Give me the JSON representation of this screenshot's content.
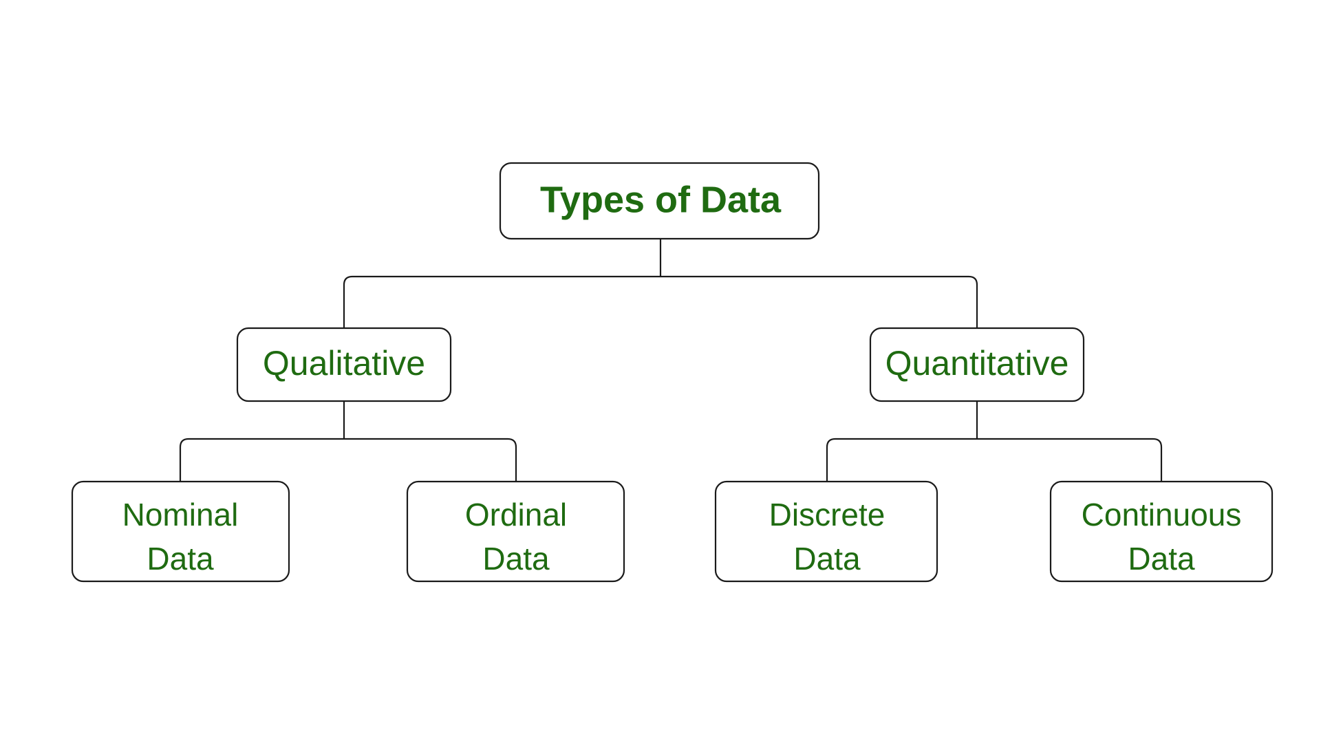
{
  "diagram": {
    "title": "Types of Data",
    "type": "hierarchy-tree",
    "colors": {
      "background": "#ffffff",
      "node_fill": "#ffffff",
      "node_border": "#1a1a1a",
      "label_text": "#1f6b11",
      "connector": "#1a1a1a"
    },
    "root": {
      "label": "Types of Data",
      "weight": "bold"
    },
    "level2": [
      {
        "label": "Qualitative",
        "weight": "normal"
      },
      {
        "label": "Quantitative",
        "weight": "normal"
      }
    ],
    "leaves": [
      {
        "line1": "Nominal",
        "line2": "Data",
        "parent": "Qualitative"
      },
      {
        "line1": "Ordinal",
        "line2": "Data",
        "parent": "Qualitative"
      },
      {
        "line1": "Discrete",
        "line2": "Data",
        "parent": "Quantitative"
      },
      {
        "line1": "Continuous",
        "line2": "Data",
        "parent": "Quantitative"
      }
    ]
  }
}
